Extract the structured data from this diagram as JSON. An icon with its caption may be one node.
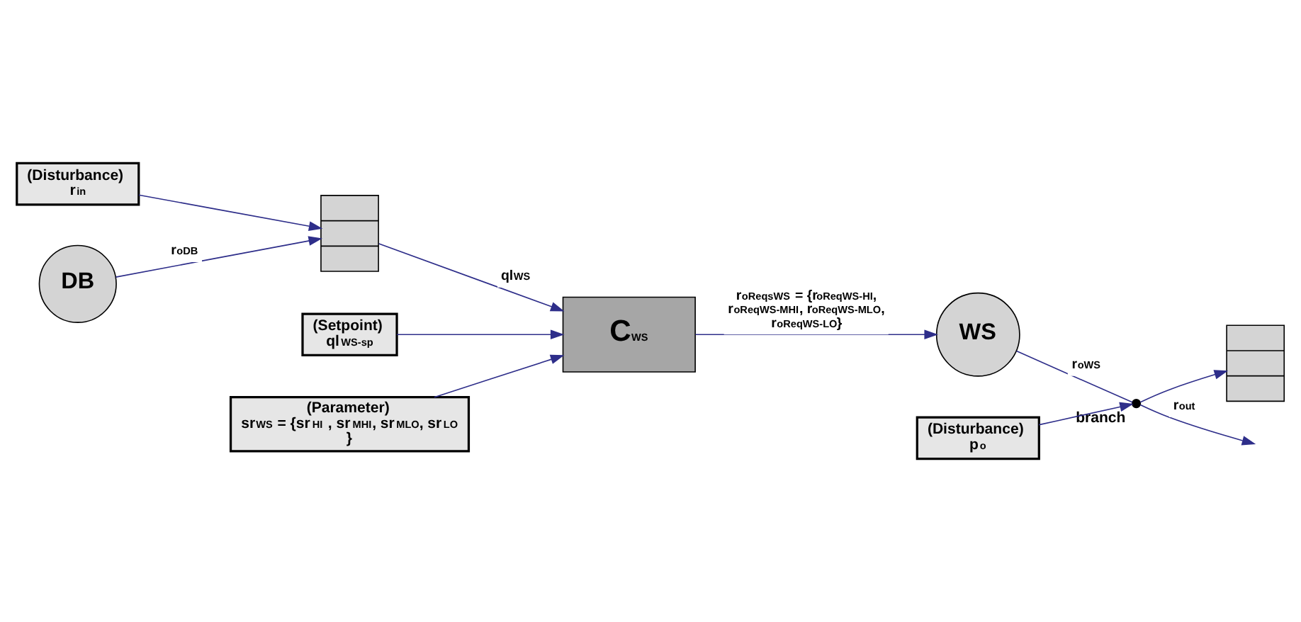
{
  "diagram": {
    "nodes": [
      {
        "text": [
          "(Disturbance)",
          "r$_{in}$"
        ]
      },
      {
        "text": [],
        "shape": "box"
      },
      {
        "text": [
          "WS"
        ]
      },
      {
        "text": [
          "C$_{WS}$"
        ]
      },
      {
        "text": [
          "(Setpoint)",
          "ql$_{WS-sp}$"
        ]
      },
      {
        "text": [
          "(Parameter)",
          "sr$_{WS}$ = {sr$_{HI}$ , sr$_{MHI}$, sr$_{MLO}$, sr$_{LO}$ }"
        ]
      },
      {
        "text": [
          "DB"
        ]
      },
      {
        "text": [],
        "shape": "box"
      },
      {
        "text": [
          "(Disturbance)",
          "p$_{o}$"
        ]
      },
      {
        "text": [],
        "shape": "circle",
        "beside": [
          "branch"
        ]
      }
    ],
    "edges": [
      {
        "from": 0,
        "to": 1,
        "arrow": "to"
      },
      {
        "from": 6,
        "to": 1,
        "arrow": "to",
        "label": "r$_{oDB}$"
      },
      {
        "from": 4,
        "to": 3,
        "arrow": "to"
      },
      {
        "from": 5,
        "to": 3,
        "arrow": "to"
      },
      {
        "from": 1,
        "to": 3,
        "arrow": "to",
        "label": "ql$_{WS}$"
      },
      {
        "from": 3,
        "to": 2,
        "arrow": "to",
        "label": "r$_{oReqsWS}$ = {r$_{oReqWS-HI}$, r$_{oReqWS-MHI}$, r$_{oReqWS-MLO}$, r$_{oReqWS-LO}$}"
      },
      {
        "from": 2,
        "to": 9,
        "arrow": "none",
        "label": "r$_{oWS}$"
      },
      {
        "from": 9,
        "to": null,
        "arrow": "to",
        "label": "r$_{out}$"
      },
      {
        "from": 9,
        "to": 7,
        "arrow": "to"
      },
      {
        "from": 8,
        "to": 9,
        "arrow": "to"
      }
    ]
  }
}
